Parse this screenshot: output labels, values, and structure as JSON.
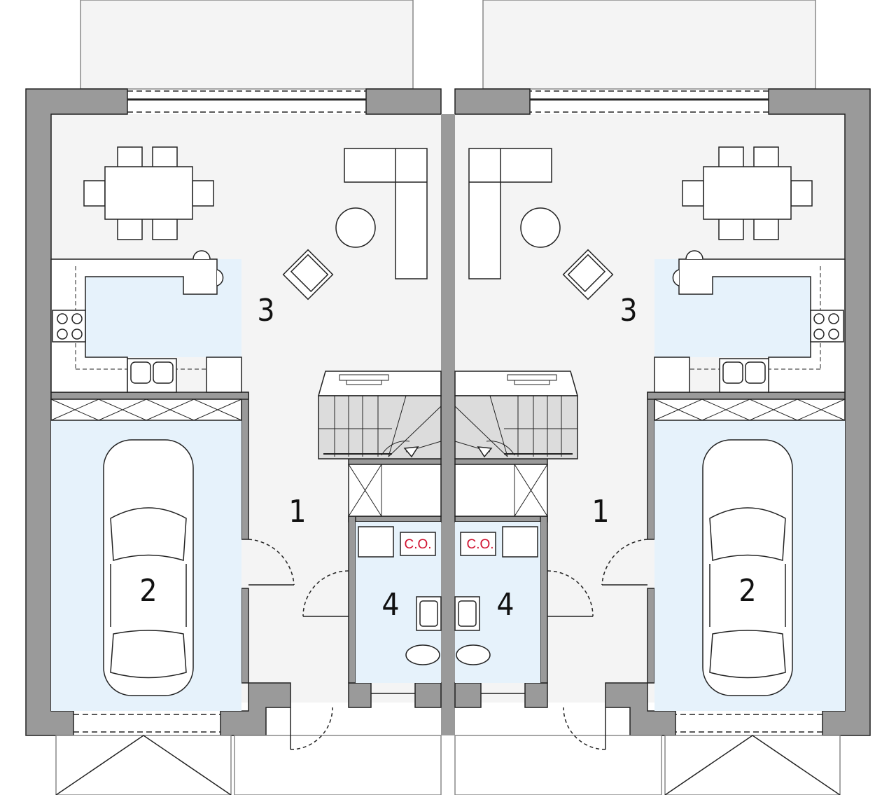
{
  "colors": {
    "wall": "#9a9a9a",
    "floor": "#f4f4f4",
    "blue_area": "#e6f2fb",
    "stairs": "#dcdcdc",
    "co_text": "#d0102e",
    "line": "#222222"
  },
  "units": [
    {
      "side": "left",
      "rooms": {
        "living_kitchen": "3",
        "garage": "2",
        "hall": "1",
        "bathroom": "4",
        "boiler_label": "C.O."
      }
    },
    {
      "side": "right",
      "rooms": {
        "living_kitchen": "3",
        "garage": "2",
        "hall": "1",
        "bathroom": "4",
        "boiler_label": "C.O."
      }
    }
  ]
}
